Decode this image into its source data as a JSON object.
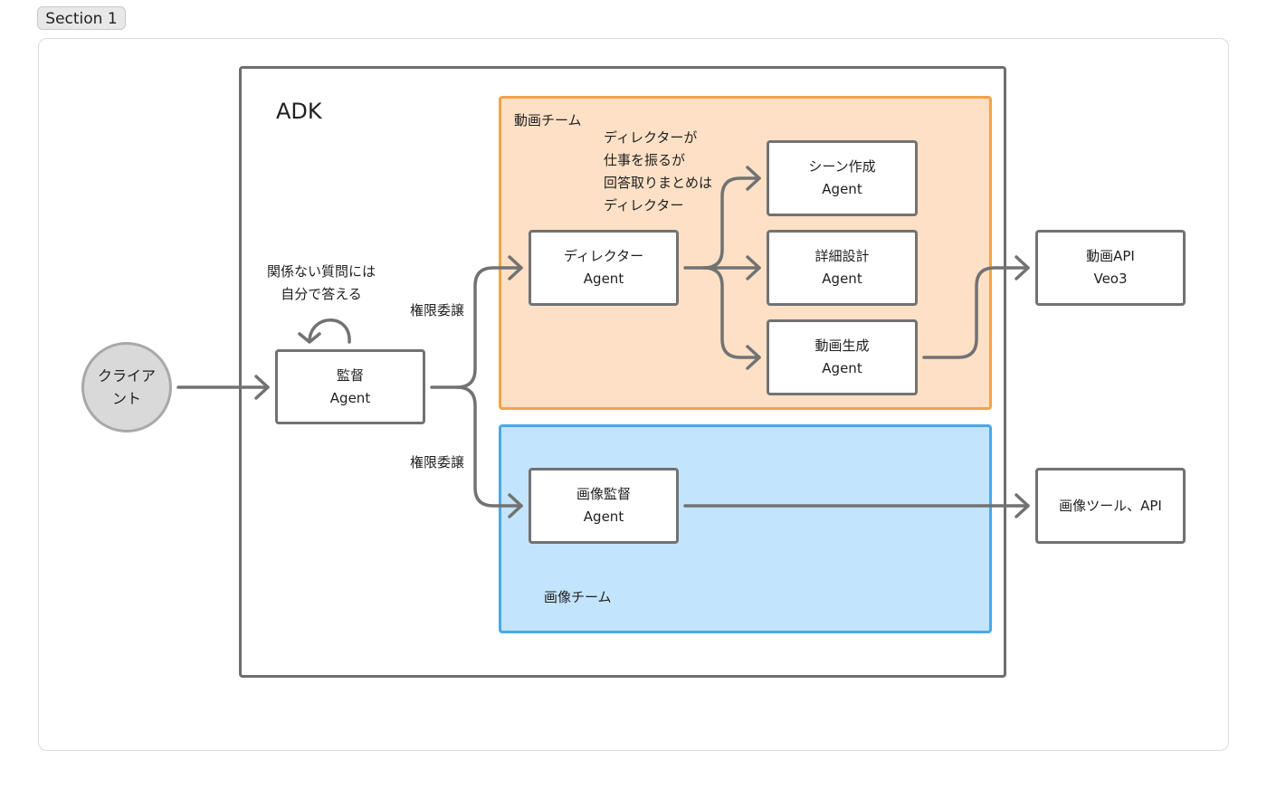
{
  "section": {
    "title": "Section 1"
  },
  "adk": {
    "title": "ADK"
  },
  "client": {
    "line1": "クライア",
    "line2": "ント"
  },
  "supervisor": {
    "line1": "監督",
    "line2": "Agent",
    "note_line1": "関係ない質問には",
    "note_line2": "自分で答える"
  },
  "delegation": {
    "top": "権限委譲",
    "bottom": "権限委譲"
  },
  "video_team": {
    "label": "動画チーム",
    "note": [
      "ディレクターが",
      "仕事を振るが",
      "回答取りまとめは",
      "ディレクター"
    ],
    "director": {
      "line1": "ディレクター",
      "line2": "Agent"
    },
    "scene": {
      "line1": "シーン作成",
      "line2": "Agent"
    },
    "detail": {
      "line1": "詳細設計",
      "line2": "Agent"
    },
    "generate": {
      "line1": "動画生成",
      "line2": "Agent"
    }
  },
  "image_team": {
    "label": "画像チーム",
    "supervisor": {
      "line1": "画像監督",
      "line2": "Agent"
    }
  },
  "external": {
    "video_api": {
      "line1": "動画API",
      "line2": "Veo3"
    },
    "image_tools": {
      "label": "画像ツール、API"
    }
  },
  "colors": {
    "video_team_fill": "#fde0c5",
    "video_team_border": "#f2a347",
    "image_team_fill": "#c2e4fc",
    "image_team_border": "#4aa8e8",
    "connector": "#727272"
  }
}
